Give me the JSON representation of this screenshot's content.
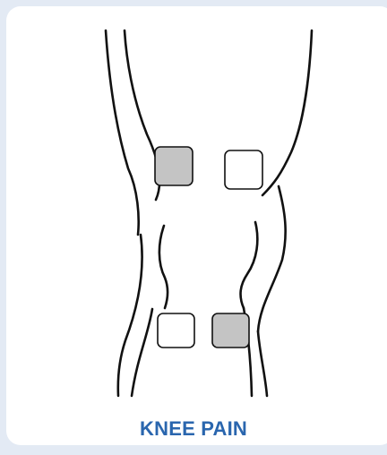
{
  "caption": {
    "text": "KNEE PAIN"
  },
  "electrode_pads": [
    {
      "position": "upper-left",
      "state": "filled"
    },
    {
      "position": "upper-right",
      "state": "empty"
    },
    {
      "position": "lower-left",
      "state": "empty"
    },
    {
      "position": "lower-right",
      "state": "filled"
    }
  ],
  "colors": {
    "background": "#e3eaf4",
    "card": "#ffffff",
    "caption": "#2a66ae",
    "outline": "#111111",
    "pad_filled": "#c4c4c4",
    "pad_empty": "#ffffff"
  }
}
